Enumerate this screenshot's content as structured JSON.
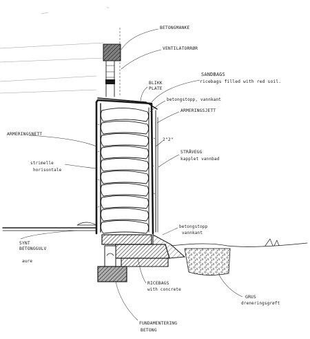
{
  "labels": {
    "betongmanke": "BETONGMANKE",
    "ventilatoror": "VENTILATORRØR",
    "sandbags": "SANDBAGS",
    "ricebags_fill": "ricebags filled with red soil.",
    "blikk": "BLIKK",
    "plate": "PLATE",
    "betongstopp_top": "betongstopp, vannkant",
    "armeringsjett_right": "ARMERINGSJETT",
    "armeringsnett_left": "ARMERINGSNETT",
    "dim_2x2": "2\"2\"",
    "stroevegg": "STRÅVEGG",
    "kappet_vannbad": "kapplet vannbad",
    "strimelle": "strimelle",
    "horisontale": "horisontale",
    "betongstopp_low1": "betongstopp",
    "betongstopp_low2": "vannkant",
    "gulv1": "SYNT",
    "gulv2": "BETONGGULV",
    "gulv3": "aure",
    "ricebags_low": "RICEBAGS",
    "with_concrete": "with concrete",
    "grus": "GRUS",
    "drenering": "dreneringsgrøft",
    "fundament": "FUNDAMENTERING",
    "betong": "BETONG"
  }
}
